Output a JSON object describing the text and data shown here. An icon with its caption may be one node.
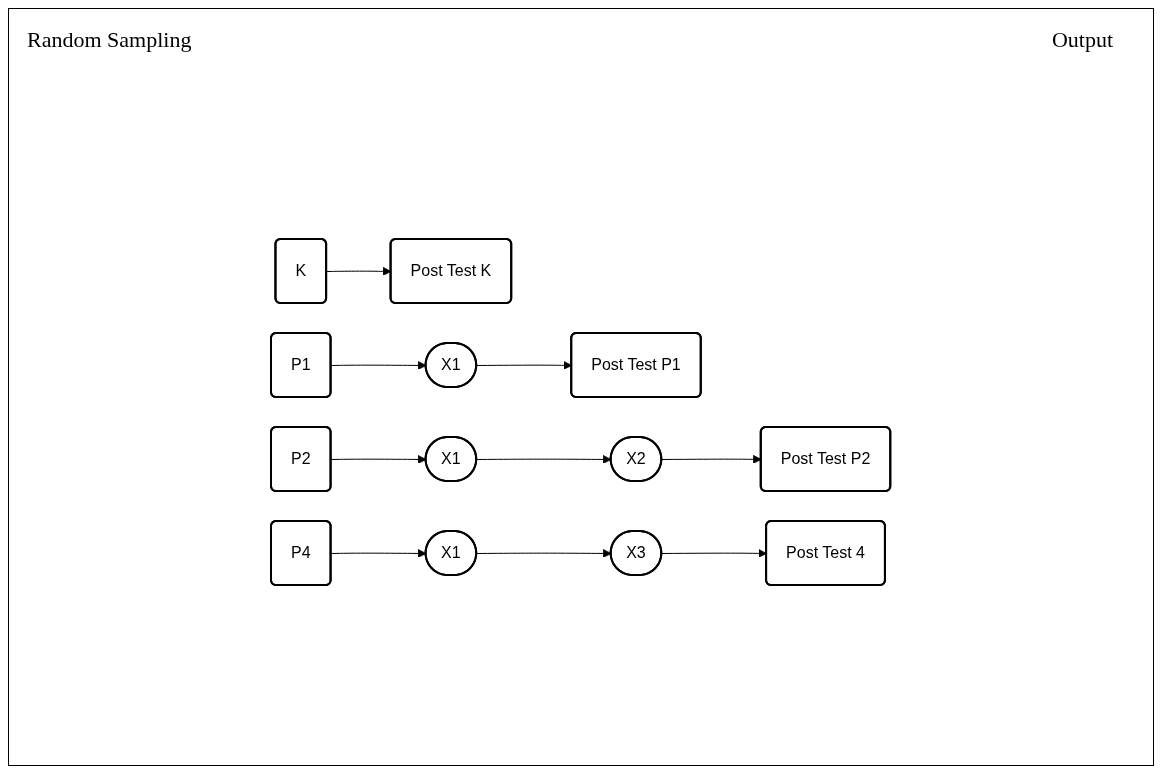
{
  "diagram": {
    "nodes": [
      {
        "text": [
          "K"
        ]
      },
      {
        "text": [
          "Post Test K"
        ]
      },
      {
        "text": [
          "P1"
        ]
      },
      {
        "text": [
          "X1"
        ]
      },
      {
        "text": [
          "Post Test P1"
        ]
      },
      {
        "text": [
          "P2"
        ]
      },
      {
        "text": [
          "X1"
        ]
      },
      {
        "text": [
          "X2"
        ]
      },
      {
        "text": [
          "Post Test P2"
        ]
      },
      {
        "text": [
          "P4"
        ]
      },
      {
        "text": [
          "X1"
        ]
      },
      {
        "text": [
          "X3"
        ]
      },
      {
        "text": [
          "Post Test 4"
        ]
      }
    ],
    "edges": [
      {
        "from": 0,
        "to": 1,
        "arrow": "to"
      },
      {
        "from": 2,
        "to": 3,
        "arrow": "to"
      },
      {
        "from": 3,
        "to": 4,
        "arrow": "to"
      },
      {
        "from": 5,
        "to": 6,
        "arrow": "to"
      },
      {
        "from": 6,
        "to": 7,
        "arrow": "to"
      },
      {
        "from": 7,
        "to": 8,
        "arrow": "to"
      },
      {
        "from": 9,
        "to": 10,
        "arrow": "to"
      },
      {
        "from": 10,
        "to": 11,
        "arrow": "to"
      },
      {
        "from": 11,
        "to": 12,
        "arrow": "to"
      }
    ],
    "labels": [
      "Random Sampling",
      "Output"
    ]
  }
}
